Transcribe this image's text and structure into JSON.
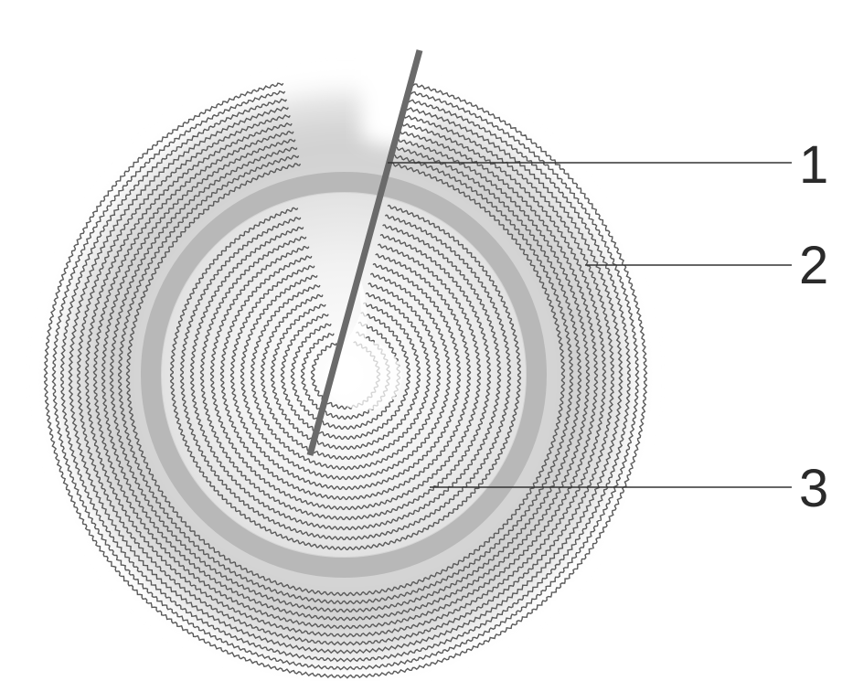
{
  "callouts": [
    {
      "label": "1"
    },
    {
      "label": "2"
    },
    {
      "label": "3"
    }
  ],
  "colors": {
    "background": "#ffffff",
    "halo": "#c8c8c8",
    "ring": "#b9b9b9",
    "inner_fill": "#eeeeee",
    "groove": "#555555",
    "pin": "#666666",
    "leader": "#333333"
  }
}
